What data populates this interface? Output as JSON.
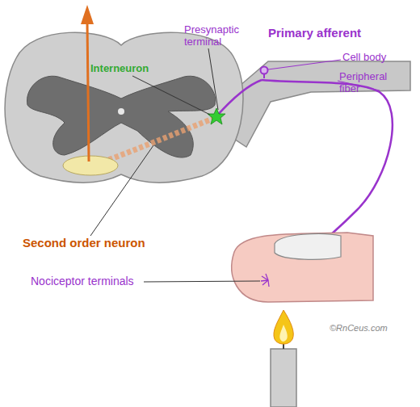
{
  "diagram": {
    "labels": [
      "Presynaptic terminal",
      "Primary afferent",
      "Interneuron",
      "Cell body",
      "Peripheral fiber",
      "Second order neuron",
      "Nociceptor terminals",
      "©RnCeus.com"
    ]
  }
}
